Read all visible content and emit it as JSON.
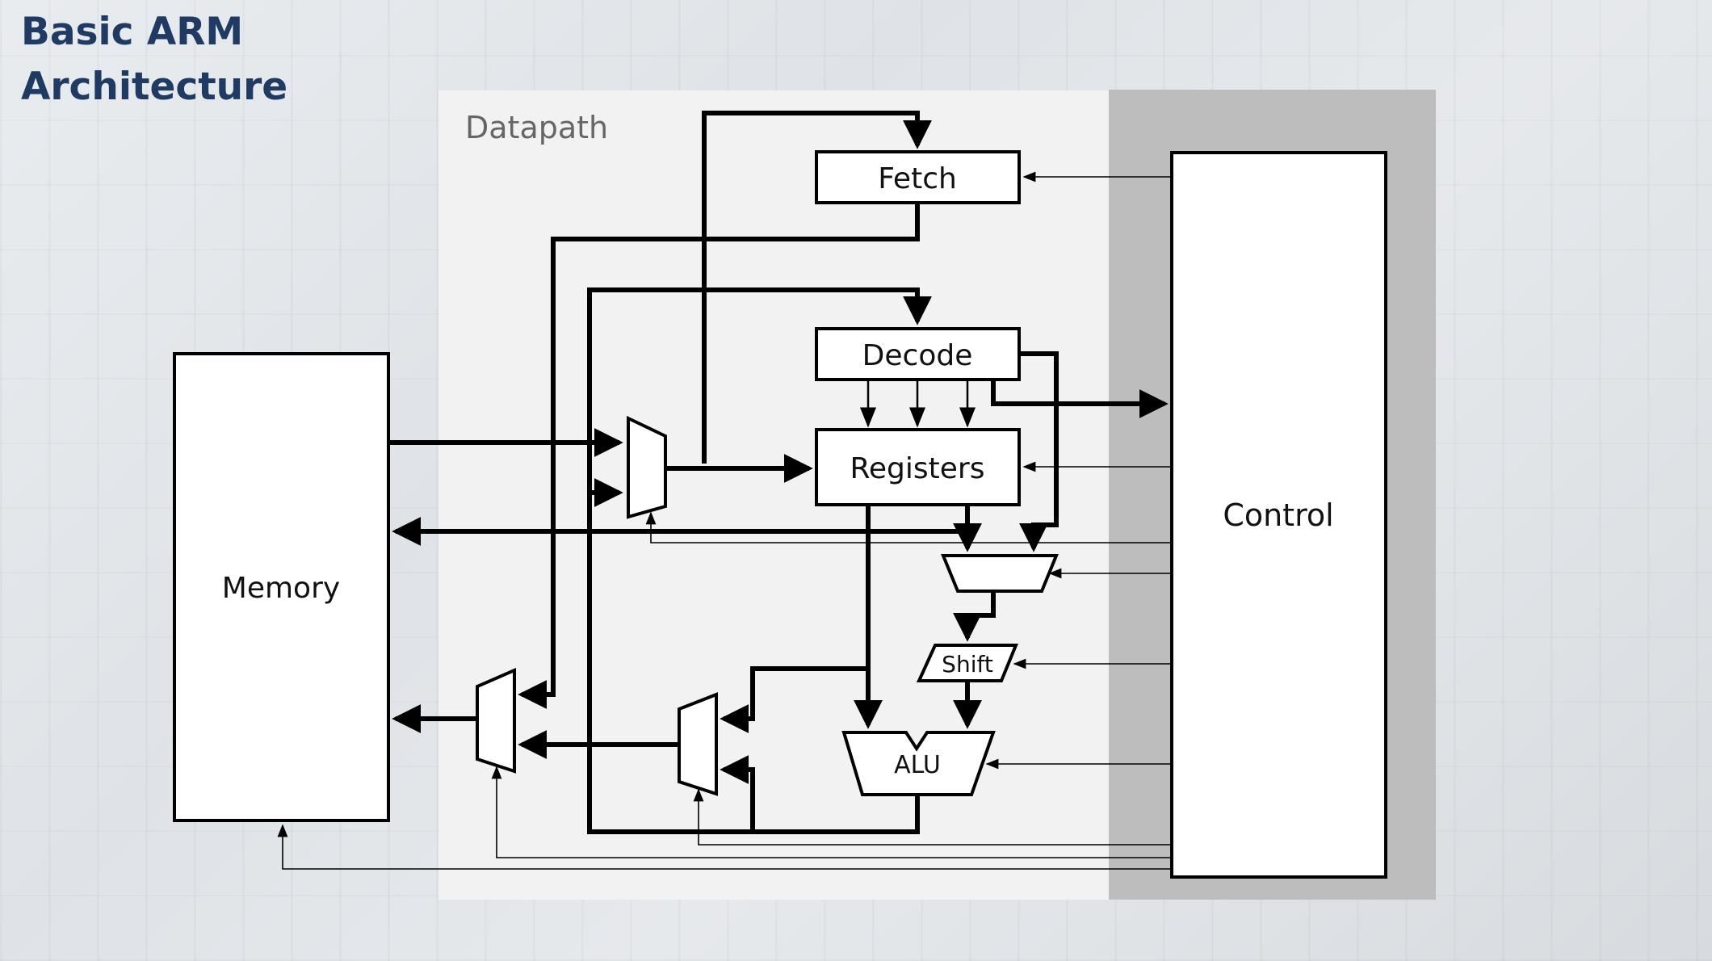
{
  "title": {
    "line1": "Basic ARM",
    "line2": "Architecture"
  },
  "diagram": {
    "datapath_label": "Datapath",
    "blocks": {
      "fetch": "Fetch",
      "decode": "Decode",
      "registers": "Registers",
      "memory": "Memory",
      "control": "Control",
      "shift": "Shift",
      "alu": "ALU"
    }
  }
}
